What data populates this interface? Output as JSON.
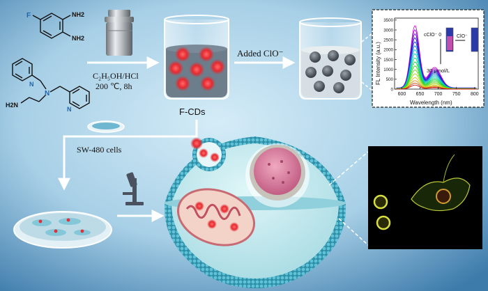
{
  "molecule1": {
    "f_label": "F",
    "nh2_top": "NH2",
    "nh2_bottom": "NH2"
  },
  "molecule2": {
    "h2n_label": "H2N",
    "n_center": "N",
    "n_ring_left": "N",
    "n_ring_right": "N"
  },
  "reaction": {
    "reagent": "C₂H₅OH/HCl",
    "conditions": "200 ℃, 8h"
  },
  "added_label": "Added ClO⁻",
  "product_label": "F-CDs",
  "cells_label": "SW-480 cells",
  "inset_chart": {
    "ylabel": "FL Intensity (a.u.)",
    "xlabel": "Wavelength (nm)",
    "c_label": "cClO⁻ 0",
    "arrow_label": "ClO⁻",
    "conc_label": "30 μmol/L"
  },
  "chart_data": {
    "type": "line",
    "xlabel": "Wavelength (nm)",
    "ylabel": "FL Intensity (a.u.)",
    "xlim": [
      580,
      810
    ],
    "ylim": [
      0,
      3600
    ],
    "xticks": [
      600,
      650,
      700,
      750,
      800
    ],
    "yticks": [
      0,
      500,
      1000,
      1500,
      2000,
      2500,
      3000,
      3500
    ],
    "peak_x": 636,
    "shoulder_x": 690,
    "series_peaks": [
      3150,
      2950,
      2750,
      2550,
      2350,
      2150,
      1950,
      1750,
      1550,
      1350,
      1150,
      950,
      760,
      570,
      420,
      300,
      200
    ],
    "grid": false,
    "legend": "none"
  },
  "colors": {
    "bg_center": "#c9e6f4",
    "bg_edge": "#3f7fae",
    "arrow": "#ffffff",
    "carbon_dot": "#e0303a",
    "quenched_dot": "#5a5f66",
    "cell_membrane": "#3fa6bd",
    "nucleus": "#d87a9a",
    "mito": "#e58a8f",
    "confocal_bg": "#000000",
    "fluor": "#c8d23c"
  },
  "icons": [
    "autoclave-icon",
    "microscope-icon",
    "petri-dish-icon",
    "beaker-icon"
  ]
}
